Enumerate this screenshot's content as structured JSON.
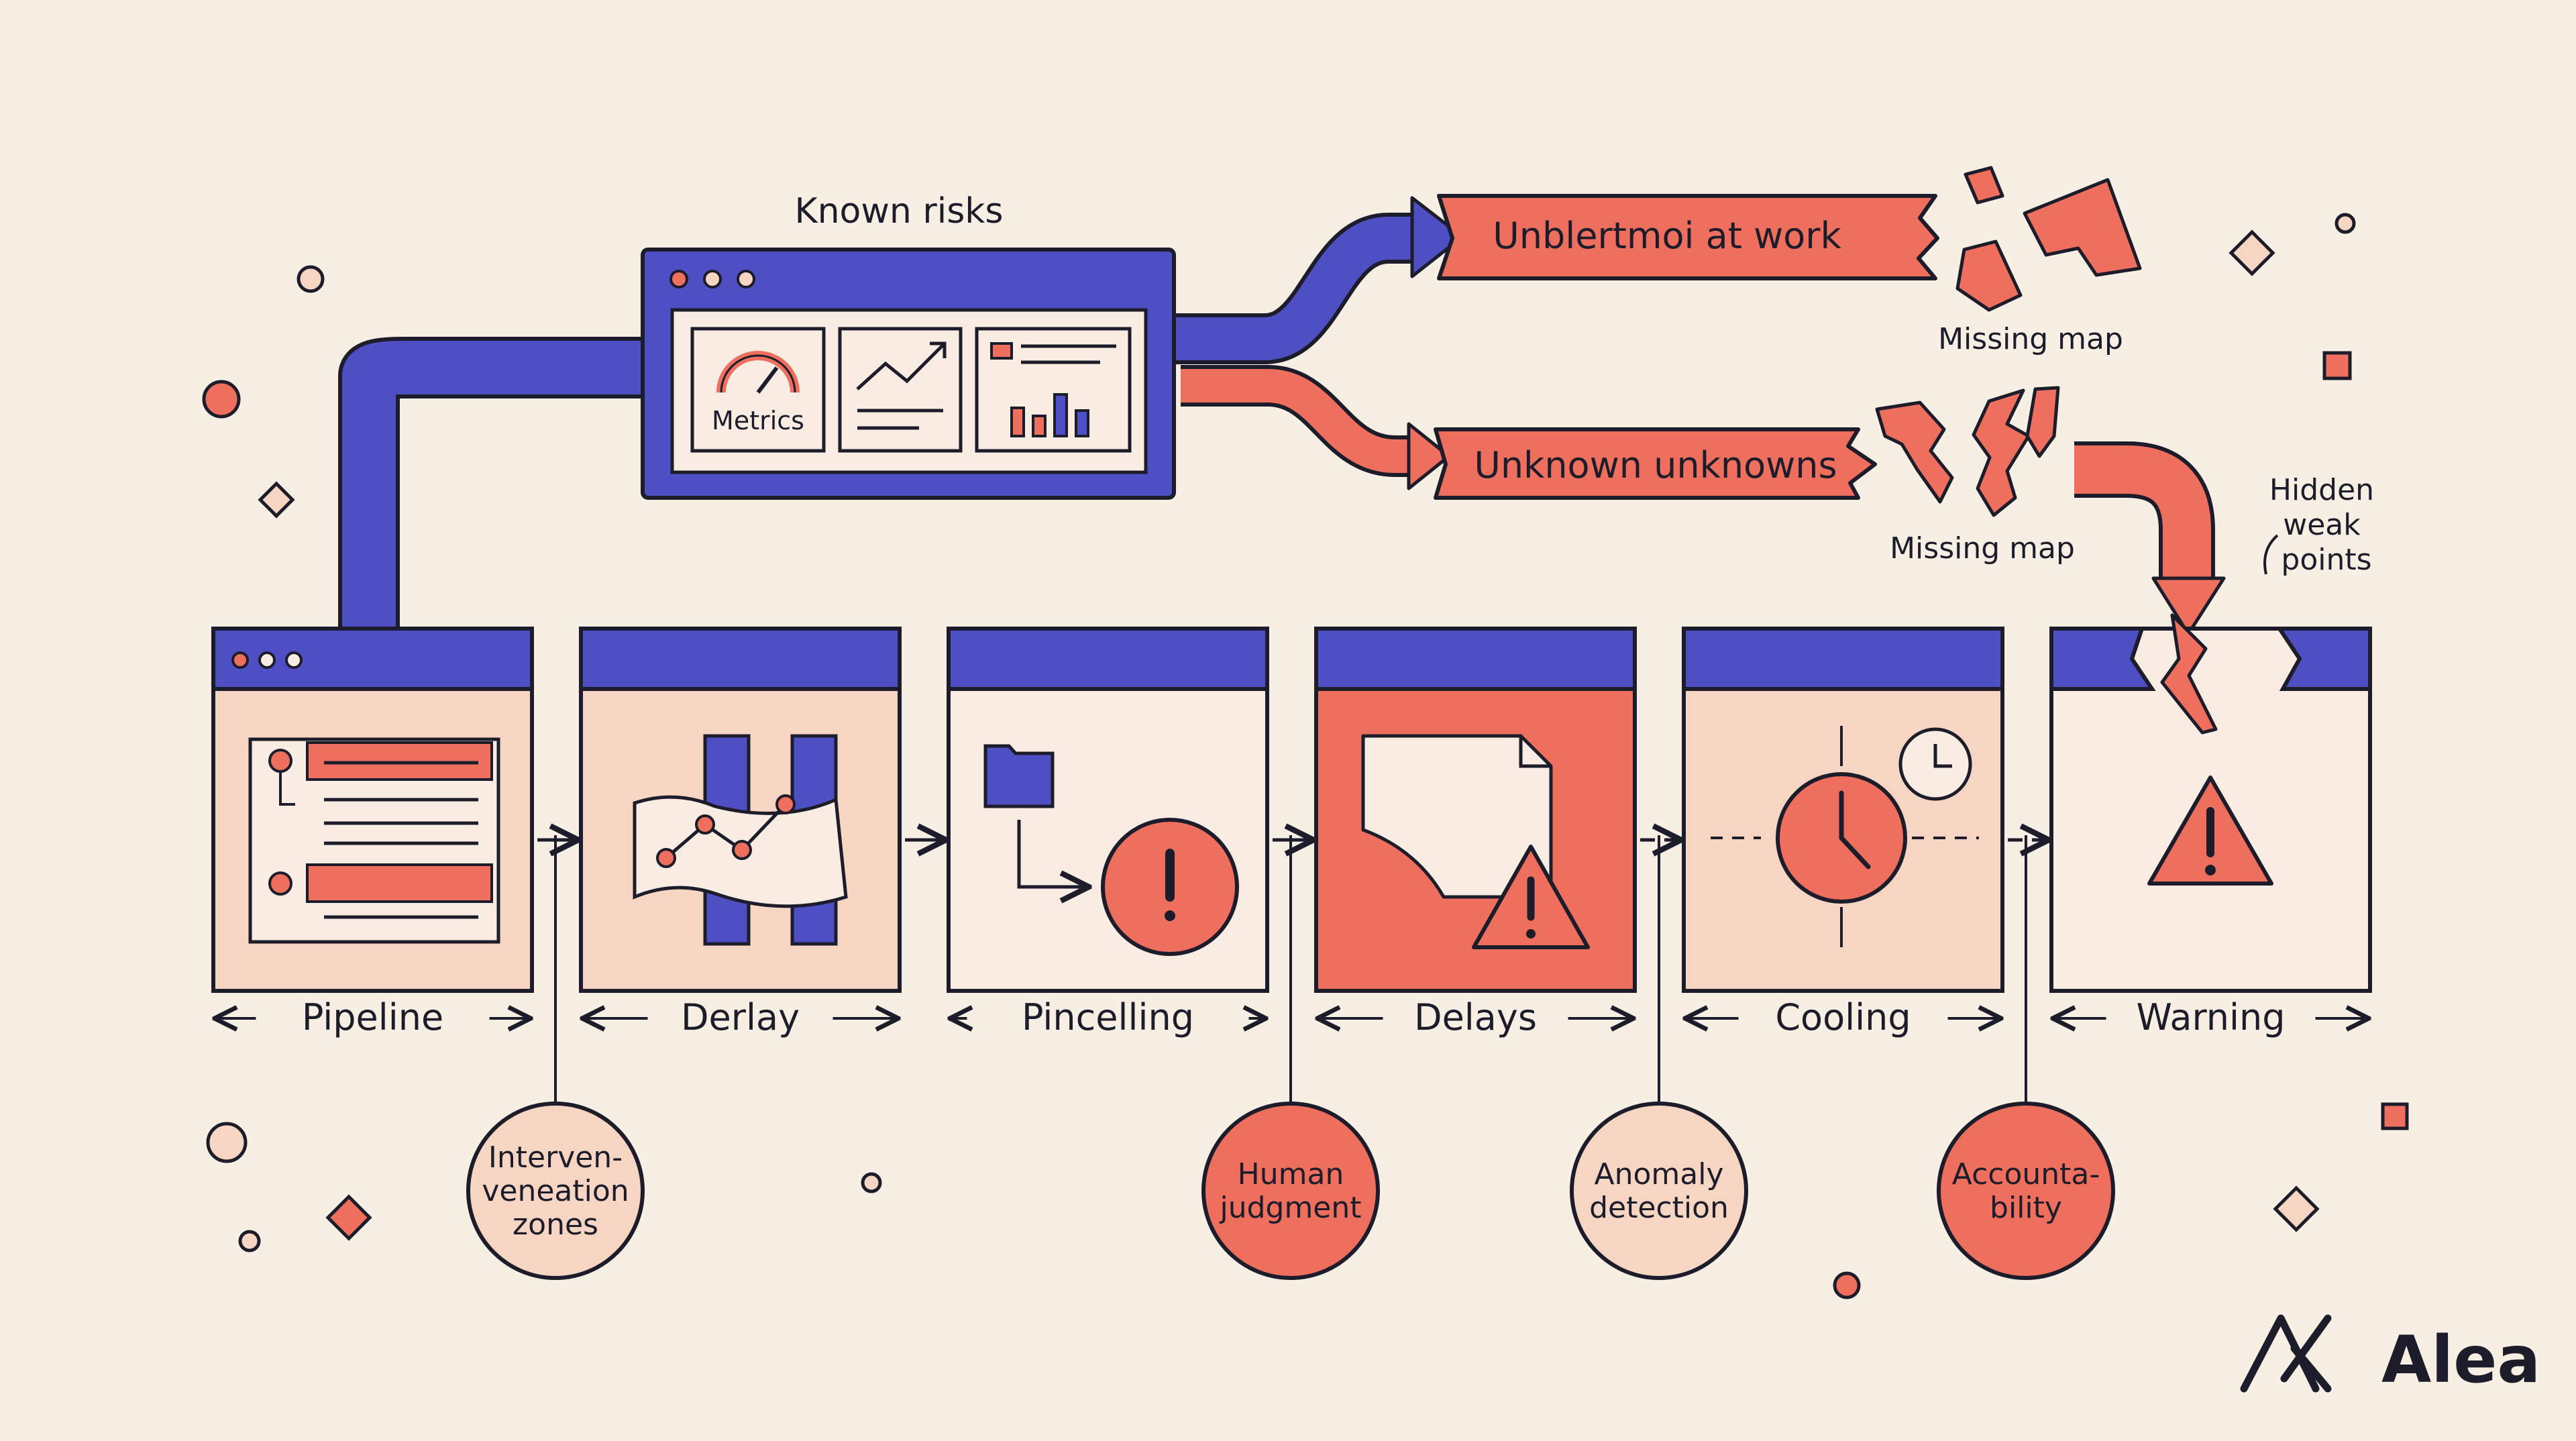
{
  "colors": {
    "background": "#f7efe3",
    "ink": "#1c1c2a",
    "indigo": "#4f4fc4",
    "coral": "#ee6f5e",
    "peach": "#f7d5c3",
    "light_panel": "#f9ede3"
  },
  "top": {
    "known_risks_label": "Known risks",
    "dashboard_metrics_label": "Metrics",
    "banner_work": "Unblertmoi at work",
    "banner_unknowns": "Unknown unknowns",
    "missing_map_1": "Missing map",
    "missing_map_2": "Missing map",
    "hidden_weak_points": [
      "Hidden",
      "weak",
      "points"
    ]
  },
  "stages": [
    {
      "label": "Pipeline",
      "icon": "list-panel-icon"
    },
    {
      "label": "Derlay",
      "icon": "map-trend-icon"
    },
    {
      "label": "Pincelling",
      "icon": "folder-alert-icon"
    },
    {
      "label": "Delays",
      "icon": "document-warning-icon"
    },
    {
      "label": "Cooling",
      "icon": "clock-target-icon"
    },
    {
      "label": "Warning",
      "icon": "warning-triangle-icon"
    }
  ],
  "zones": [
    {
      "lines": [
        "Interven-",
        "veneation",
        "zones"
      ]
    },
    {
      "lines": [
        "Human",
        "judgment"
      ]
    },
    {
      "lines": [
        "Anomaly",
        "detection"
      ]
    },
    {
      "lines": [
        "Accounta-",
        "bility"
      ]
    }
  ],
  "brand": {
    "name": "Alea",
    "icon": "alea-logo-icon"
  }
}
